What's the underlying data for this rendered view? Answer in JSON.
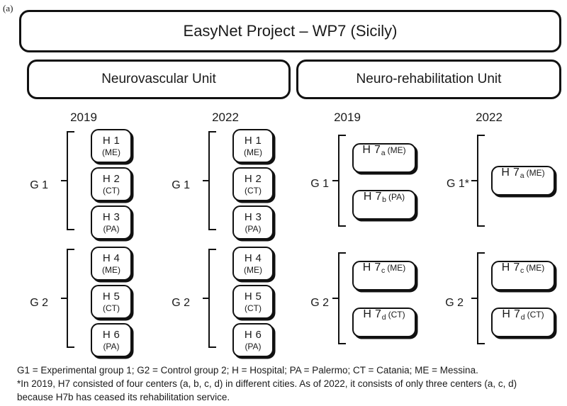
{
  "panel_label": "(a)",
  "title": "EasyNet Project – WP7 (Sicily)",
  "units": [
    {
      "name": "Neurovascular Unit"
    },
    {
      "name": "Neuro-rehabilitation Unit"
    }
  ],
  "columns": [
    {
      "unit": "Neurovascular Unit",
      "year": "2019"
    },
    {
      "unit": "Neurovascular Unit",
      "year": "2022"
    },
    {
      "unit": "Neuro-rehabilitation Unit",
      "year": "2019"
    },
    {
      "unit": "Neuro-rehabilitation Unit",
      "year": "2022"
    }
  ],
  "groups": {
    "nvu_2019_g1": "G 1",
    "nvu_2019_g2": "G 2",
    "nvu_2022_g1": "G 1",
    "nvu_2022_g2": "G 2",
    "nru_2019_g1": "G 1",
    "nru_2019_g2": "G 2",
    "nru_2022_g1": "G 1*",
    "nru_2022_g2": "G 2"
  },
  "hospitals": {
    "nvu_2019_g1": [
      {
        "main": "H 1",
        "city": "(ME)"
      },
      {
        "main": "H 2",
        "city": "(CT)"
      },
      {
        "main": "H 3",
        "city": "(PA)"
      }
    ],
    "nvu_2019_g2": [
      {
        "main": "H 4",
        "city": "(ME)"
      },
      {
        "main": "H 5",
        "city": "(CT)"
      },
      {
        "main": "H 6",
        "city": "(PA)"
      }
    ],
    "nvu_2022_g1": [
      {
        "main": "H 1",
        "city": "(ME)"
      },
      {
        "main": "H 2",
        "city": "(CT)"
      },
      {
        "main": "H 3",
        "city": "(PA)"
      }
    ],
    "nvu_2022_g2": [
      {
        "main": "H 4",
        "city": "(ME)"
      },
      {
        "main": "H 5",
        "city": "(CT)"
      },
      {
        "main": "H 6",
        "city": "(PA)"
      }
    ],
    "nru_2019_g1": [
      {
        "main": "H 7",
        "sub": "a",
        "city": "(ME)"
      },
      {
        "main": "H 7",
        "sub": "b",
        "city": "(PA)"
      }
    ],
    "nru_2019_g2": [
      {
        "main": "H 7",
        "sub": "c",
        "city": "(ME)"
      },
      {
        "main": "H 7",
        "sub": "d",
        "city": "(CT)"
      }
    ],
    "nru_2022_g1": [
      {
        "main": "H 7",
        "sub": "a",
        "city": "(ME)"
      }
    ],
    "nru_2022_g2": [
      {
        "main": "H 7",
        "sub": "c",
        "city": "(ME)"
      },
      {
        "main": "H 7",
        "sub": "d",
        "city": "(CT)"
      }
    ]
  },
  "footnotes": [
    "G1 = Experimental group 1; G2 = Control group 2; H = Hospital; PA = Palermo; CT = Catania; ME =  Messina.",
    "*In 2019, H7 consisted of four centers (a, b, c, d) in different cities. As of 2022, it consists of only three centers (a, c, d)",
    "because H7b has ceased its rehabilitation service."
  ],
  "colors": {
    "stroke": "#111111",
    "background": "#ffffff",
    "text": "#1a1a1a"
  }
}
